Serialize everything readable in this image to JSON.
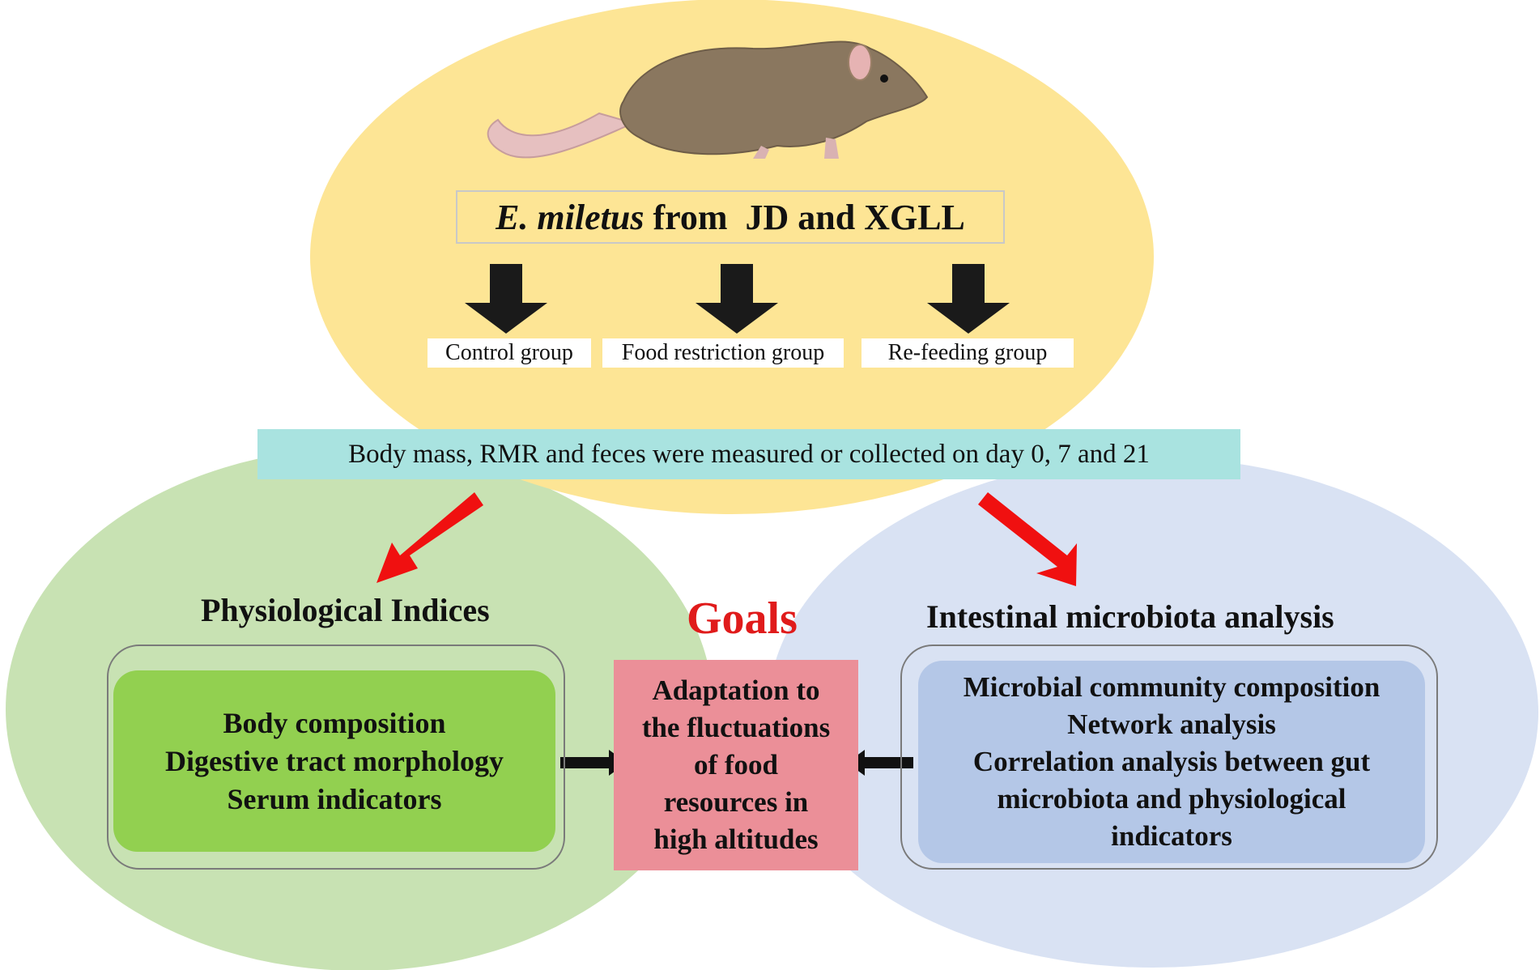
{
  "study": {
    "species": "E. miletus",
    "rest": " from  JD and XGLL"
  },
  "groups": [
    "Control group",
    "Food restriction group",
    "Re-feeding group"
  ],
  "measurements": "Body mass, RMR and feces were measured or collected on day 0, 7 and 21",
  "physiological": {
    "title": "Physiological Indices",
    "items": [
      "Body composition",
      "Digestive tract morphology",
      "Serum indicators"
    ]
  },
  "goals": {
    "title": "Goals",
    "lines": [
      "Adaptation to",
      "the fluctuations",
      "of food",
      "resources in",
      "high altitudes"
    ]
  },
  "microbiota": {
    "title": "Intestinal microbiota analysis",
    "lines": [
      "Microbial community composition",
      "Network analysis",
      "Correlation analysis between gut",
      "microbiota and physiological",
      "indicators"
    ]
  },
  "colors": {
    "top_ellipse": "#fde595",
    "left_ellipse": "#c8e2b3",
    "right_ellipse": "#d9e2f3",
    "measure_bar": "#a9e3e0",
    "green_box": "#92d050",
    "blue_box": "#b4c7e7",
    "goal_box": "#eb8f98",
    "goals_text": "#e01b1b",
    "arrow_red": "#f01010"
  }
}
